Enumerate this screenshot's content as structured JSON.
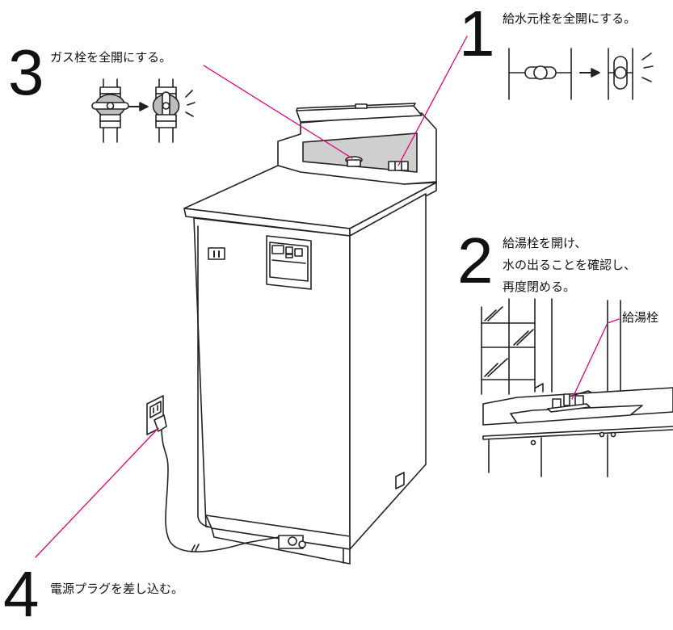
{
  "steps": [
    {
      "number": "1",
      "text": "給水元栓を全開にする。"
    },
    {
      "number": "2",
      "lines": [
        "給湯栓を開け、",
        "水の出ることを確認し、",
        "再度閉める。"
      ]
    },
    {
      "number": "3",
      "text": "ガス栓を全開にする。"
    },
    {
      "number": "4",
      "text": "電源プラグを差し込む。"
    }
  ],
  "callouts": {
    "hot_water_tap": "給湯栓"
  },
  "colors": {
    "leader_line": "#e8007d",
    "line_art": "#222222",
    "shade": "#cfcfcf"
  },
  "icons": [
    "water-valve-closed-icon",
    "water-valve-open-icon",
    "gas-valve-closed-icon",
    "gas-valve-open-icon",
    "arrow-right-icon"
  ]
}
